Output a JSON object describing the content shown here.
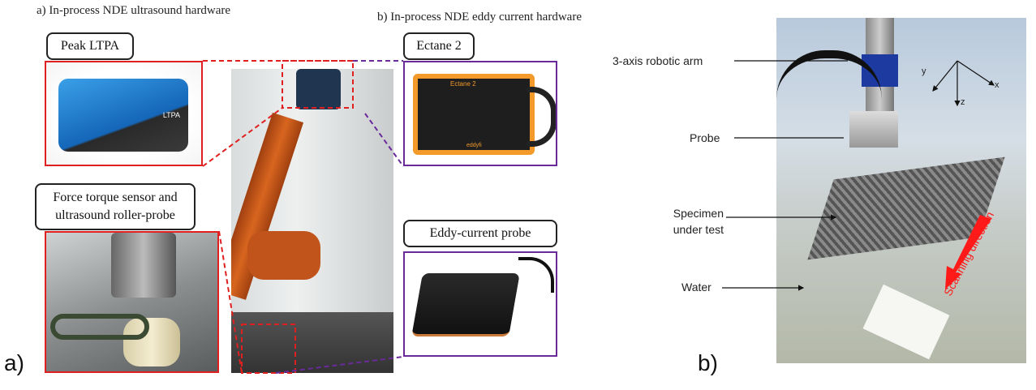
{
  "panel_a": {
    "panel_label": "a)",
    "ultrasound_heading": "a) In-process NDE ultrasound hardware",
    "eddy_heading": "b) In-process NDE eddy current hardware",
    "labels": {
      "peak": "Peak LTPA",
      "ectane": "Ectane 2",
      "force": "Force torque sensor and ultrasound roller-probe",
      "eddy_probe": "Eddy-current probe"
    },
    "device_texts": {
      "ltpa": "LTPA",
      "ectane_brand": "Ectane 2",
      "eddyfi": "eddyfi"
    }
  },
  "panel_b": {
    "panel_label": "b)",
    "callouts": [
      "3-axis robotic arm",
      "Probe",
      "Specimen under test",
      "Water"
    ],
    "axes": [
      "x",
      "y",
      "z"
    ],
    "scan_label": "Scanning direction"
  },
  "colors": {
    "ultrasound": "#e02020",
    "eddy": "#6a2a9a",
    "arrow": "#ff1a1a"
  }
}
